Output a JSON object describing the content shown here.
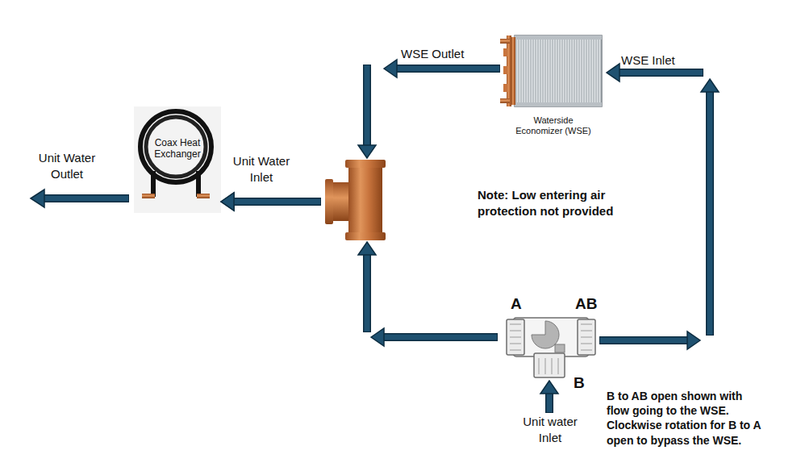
{
  "diagram": {
    "nodes": [
      {
        "text": [
          "Coax Heat Exchanger"
        ]
      },
      {
        "text": [
          "Waterside Economizer (WSE)"
        ]
      },
      {
        "text": [
          "A",
          "AB",
          "B"
        ]
      }
    ],
    "edges": [
      {
        "from": 2,
        "to": 1,
        "arrow": "to",
        "label": "WSE Inlet"
      },
      {
        "from": 1,
        "to": 0,
        "arrow": "to",
        "label": "WSE Outlet"
      },
      {
        "from": 2,
        "to": 0,
        "arrow": "to"
      }
    ],
    "labels": [
      "Unit Water Outlet",
      "Unit Water Inlet",
      "Note: Low entering air protection not provided",
      "Unit water Inlet",
      "B to AB open shown with flow going to the WSE. Clockwise rotation for B to A open to bypass the WSE."
    ]
  }
}
